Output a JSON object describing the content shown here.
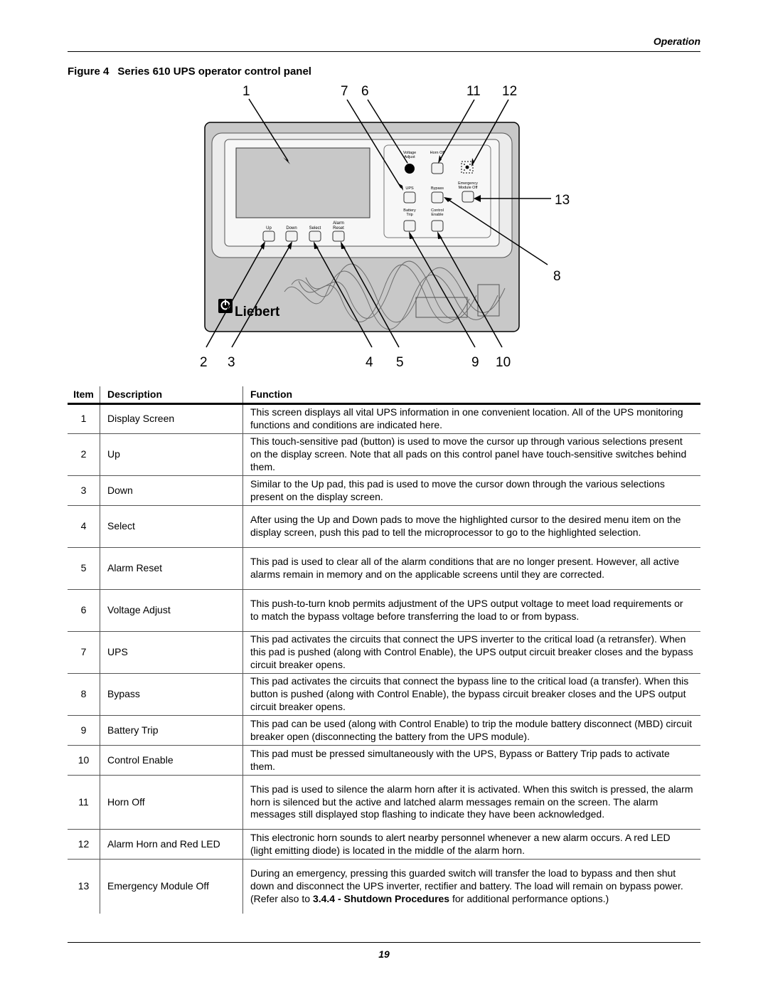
{
  "header": {
    "section": "Operation"
  },
  "figure": {
    "label": "Figure 4",
    "title": "Series 610 UPS operator control panel",
    "callouts_top": [
      "1",
      "7",
      "6",
      "11",
      "12"
    ],
    "callouts_right": [
      "13",
      "8"
    ],
    "callouts_bottom": [
      "2",
      "3",
      "4",
      "5",
      "9",
      "10"
    ],
    "panel": {
      "buttons_left": [
        "Up",
        "Down",
        "Select",
        "Alarm",
        "Reset"
      ],
      "voltage_adjust": [
        "Voltage",
        "Adjust"
      ],
      "horn_off": "Horn Off",
      "emergency": [
        "Emergency",
        "Module Off"
      ],
      "ups": "UPS",
      "bypass": "Bypass",
      "battery_trip": [
        "Battery",
        "Trip"
      ],
      "control_enable": [
        "Control",
        "Enable"
      ],
      "logo": "Liebert"
    }
  },
  "table": {
    "headers": [
      "Item",
      "Description",
      "Function"
    ],
    "rows": [
      {
        "item": "1",
        "description": "Display Screen",
        "function": "This screen displays all vital UPS information in one convenient location. All of the UPS monitoring functions and conditions are indicated here."
      },
      {
        "item": "2",
        "description": "Up",
        "function": "This touch-sensitive pad (button) is used to move the cursor up through various selections present on the display screen. Note that all pads on this control panel have touch-sensitive switches behind them."
      },
      {
        "item": "3",
        "description": "Down",
        "function": "Similar to the Up pad, this pad is used to move the cursor down through the various selections present on the display screen."
      },
      {
        "item": "4",
        "description": "Select",
        "function": "After using the Up and Down pads to move the highlighted cursor to the desired menu item on the display screen, push this pad to tell the microprocessor to go to the highlighted selection."
      },
      {
        "item": "5",
        "description": "Alarm Reset",
        "function": "This pad is used to clear all of the alarm conditions that are no longer present. However, all active alarms remain in memory and on the applicable screens until they are corrected."
      },
      {
        "item": "6",
        "description": "Voltage Adjust",
        "function": "This push-to-turn knob permits adjustment of the UPS output voltage to meet load requirements or to match the bypass voltage before transferring the load to or from bypass."
      },
      {
        "item": "7",
        "description": "UPS",
        "function": "This pad activates the circuits that connect the UPS inverter to the critical load (a retransfer). When this pad is pushed (along with Control Enable), the UPS output circuit breaker closes and the bypass circuit breaker opens."
      },
      {
        "item": "8",
        "description": "Bypass",
        "function": "This pad activates the circuits that connect the bypass line to the critical load (a transfer). When this button is pushed (along with Control Enable), the bypass circuit breaker closes and the UPS output circuit breaker opens."
      },
      {
        "item": "9",
        "description": "Battery Trip",
        "function": "This pad can be used (along with Control Enable) to trip the module battery disconnect (MBD) circuit breaker open (disconnecting the battery from the UPS module)."
      },
      {
        "item": "10",
        "description": "Control Enable",
        "function": "This pad must be pressed simultaneously with the UPS, Bypass or Battery Trip pads to activate them."
      },
      {
        "item": "11",
        "description": "Horn Off",
        "function": "This pad is used to silence the alarm horn after it is activated. When this switch is pressed, the alarm horn is silenced but the active and latched alarm messages remain on the screen. The alarm messages still displayed stop flashing to indicate they have been acknowledged."
      },
      {
        "item": "12",
        "description": "Alarm Horn and Red LED",
        "function": "This electronic horn sounds to alert nearby personnel whenever a new alarm occurs. A red LED (light emitting diode) is located in the middle of the alarm horn."
      },
      {
        "item": "13",
        "description": "Emergency Module Off",
        "function_before": "During an emergency, pressing this guarded switch will transfer the load to bypass and then shut down and disconnect the UPS inverter, rectifier and battery. The load will remain on bypass power. (Refer also to ",
        "function_ref": "3.4.4 - Shutdown Procedures",
        "function_after": " for additional performance options.)"
      }
    ]
  },
  "footer": {
    "page": "19"
  }
}
